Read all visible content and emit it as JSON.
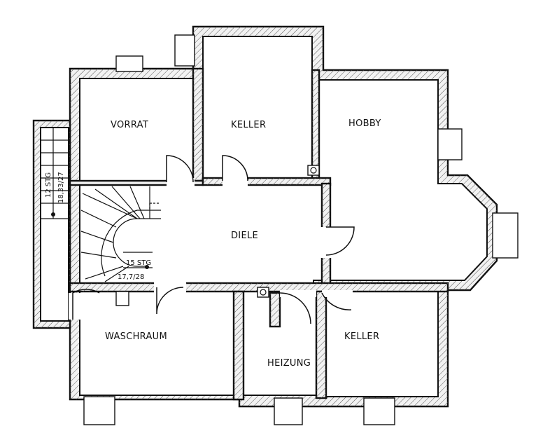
{
  "rooms": {
    "vorrat": "VORRAT",
    "keller_top": "KELLER",
    "hobby": "HOBBY",
    "diele": "DIELE",
    "waschraum": "WASCHRAUM",
    "heizung": "HEIZUNG",
    "keller_bottom": "KELLER"
  },
  "stairs": {
    "outer_steps": "12 STG",
    "outer_dims": "18,33/27",
    "inner_steps": "15 STG",
    "inner_dims": "17,7/28"
  }
}
